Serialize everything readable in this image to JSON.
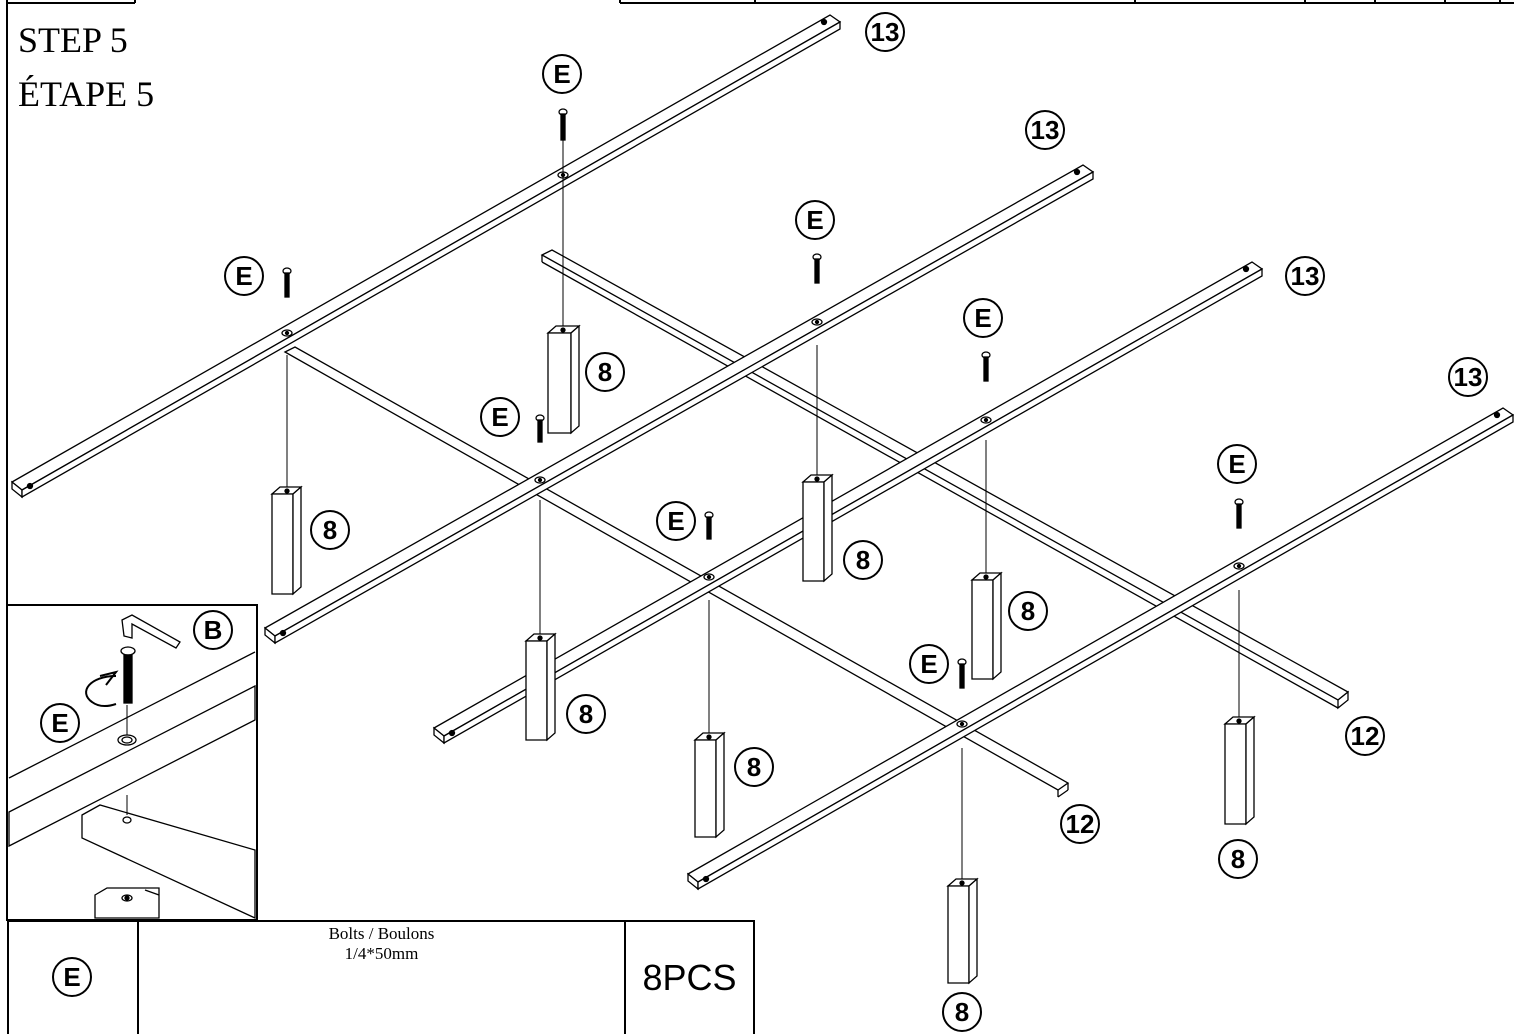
{
  "step": {
    "en": "STEP   5",
    "fr": "ÉTAPE 5"
  },
  "labels": {
    "rail": "13",
    "crossbar": "12",
    "leg": "8",
    "bolt": "E",
    "key": "B"
  },
  "parts_table": {
    "letter": "E",
    "name": "Bolts / Boulons",
    "size": "1/4*50mm",
    "qty": "8PCS"
  }
}
